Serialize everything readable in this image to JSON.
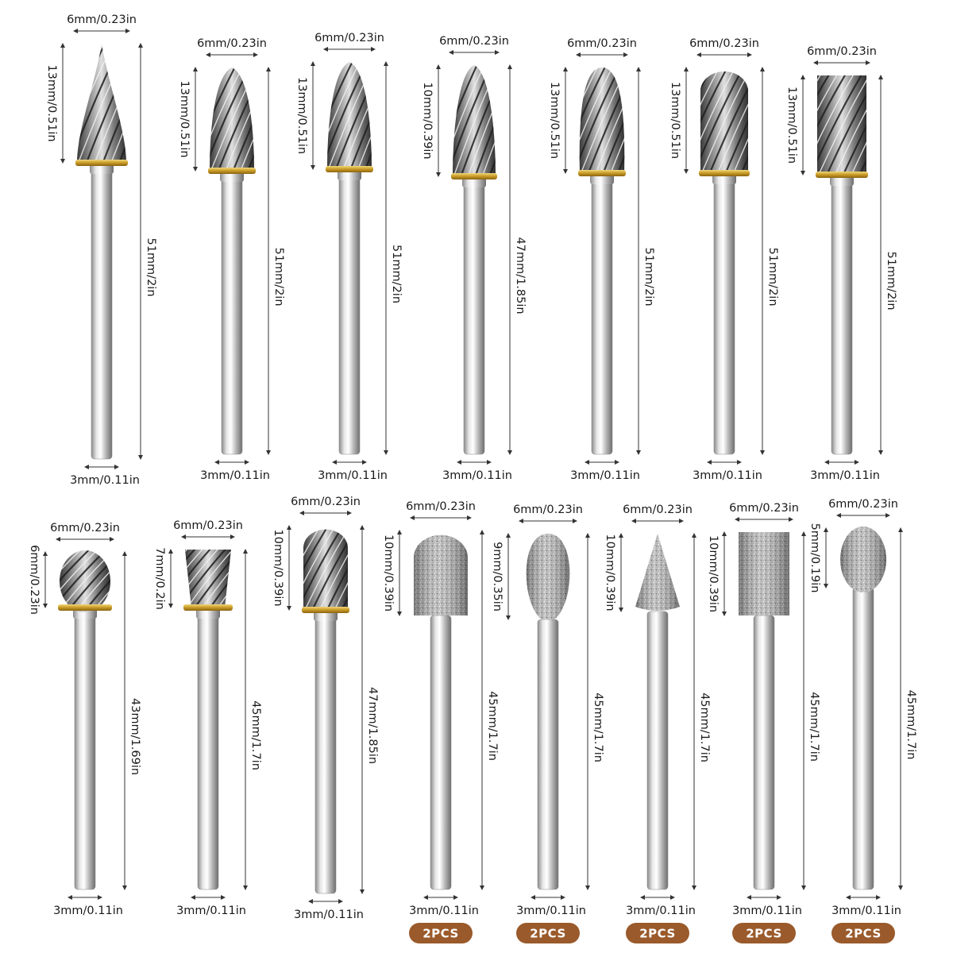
{
  "colors": {
    "background": "#ffffff",
    "badge": "#9a5a2b",
    "collar": "#c8a030",
    "shank": "#c4c4c4"
  },
  "bits": [
    {
      "head_type": "carbide-tree-pointed",
      "head_width_label": "6mm/0.23in",
      "head_length_label": "13mm/0.51in",
      "total_length_label": "51mm/2in",
      "shank_label": "3mm/0.11in"
    },
    {
      "head_type": "carbide-tree-round",
      "head_width_label": "6mm/0.23in",
      "head_length_label": "13mm/0.51in",
      "total_length_label": "51mm/2in",
      "shank_label": "3mm/0.11in"
    },
    {
      "head_type": "carbide-flame",
      "head_width_label": "6mm/0.23in",
      "head_length_label": "13mm/0.51in",
      "total_length_label": "51mm/2in",
      "shank_label": "3mm/0.11in"
    },
    {
      "head_type": "carbide-flame-short",
      "head_width_label": "6mm/0.23in",
      "head_length_label": "10mm/0.39in",
      "total_length_label": "47mm/1.85in",
      "shank_label": "3mm/0.11in"
    },
    {
      "head_type": "carbide-oval",
      "head_width_label": "6mm/0.23in",
      "head_length_label": "13mm/0.51in",
      "total_length_label": "51mm/2in",
      "shank_label": "3mm/0.11in"
    },
    {
      "head_type": "carbide-cylinder-ball",
      "head_width_label": "6mm/0.23in",
      "head_length_label": "13mm/0.51in",
      "total_length_label": "51mm/2in",
      "shank_label": "3mm/0.11in"
    },
    {
      "head_type": "carbide-cylinder",
      "head_width_label": "6mm/0.23in",
      "head_length_label": "13mm/0.51in",
      "total_length_label": "51mm/2in",
      "shank_label": "3mm/0.11in"
    },
    {
      "head_type": "carbide-ball",
      "head_width_label": "6mm/0.23in",
      "head_length_label": "6mm/0.23in",
      "total_length_label": "43mm/1.69in",
      "shank_label": "3mm/0.11in"
    },
    {
      "head_type": "carbide-inverted-cone",
      "head_width_label": "6mm/0.23in",
      "head_length_label": "7mm/0.2in",
      "total_length_label": "45mm/1.7in",
      "shank_label": "3mm/0.11in"
    },
    {
      "head_type": "carbide-cylinder-ball-short",
      "head_width_label": "6mm/0.23in",
      "head_length_label": "10mm/0.39in",
      "total_length_label": "47mm/1.85in",
      "shank_label": "3mm/0.11in"
    },
    {
      "head_type": "diamond-cylinder-round",
      "head_width_label": "6mm/0.23in",
      "head_length_label": "10mm/0.39in",
      "total_length_label": "45mm/1.7in",
      "shank_label": "3mm/0.11in",
      "badge": "2PCS"
    },
    {
      "head_type": "diamond-oval",
      "head_width_label": "6mm/0.23in",
      "head_length_label": "9mm/0.35in",
      "total_length_label": "45mm/1.7in",
      "shank_label": "3mm/0.11in",
      "badge": "2PCS"
    },
    {
      "head_type": "diamond-cone",
      "head_width_label": "6mm/0.23in",
      "head_length_label": "10mm/0.39in",
      "total_length_label": "45mm/1.7in",
      "shank_label": "3mm/0.11in",
      "badge": "2PCS"
    },
    {
      "head_type": "diamond-cylinder",
      "head_width_label": "6mm/0.23in",
      "head_length_label": "10mm/0.39in",
      "total_length_label": "45mm/1.7in",
      "shank_label": "3mm/0.11in",
      "badge": "2PCS"
    },
    {
      "head_type": "diamond-ball",
      "head_width_label": "6mm/0.23in",
      "head_length_label": "5mm/0.19in",
      "total_length_label": "45mm/1.7in",
      "shank_label": "3mm/0.11in",
      "badge": "2PCS"
    }
  ]
}
